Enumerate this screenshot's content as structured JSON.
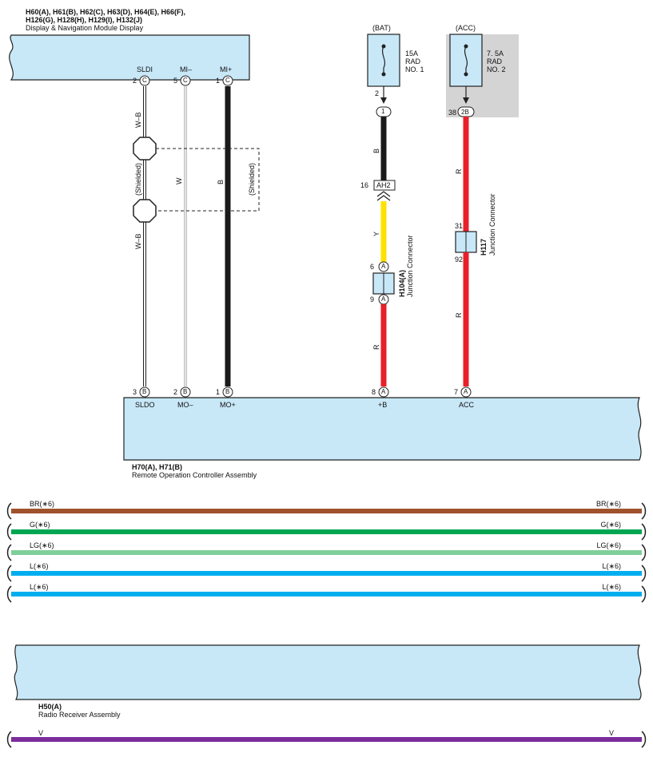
{
  "top_module": {
    "connectors": "H60(A), H61(B), H62(C), H63(D), H64(E), H66(F),",
    "connectors2": "H126(G), H128(H), H129(I), H132(J)",
    "name": "Display & Navigation Module Display",
    "pins": [
      {
        "label": "SLDI",
        "num": "2",
        "conn": "C"
      },
      {
        "label": "MI–",
        "num": "5",
        "conn": "C"
      },
      {
        "label": "MI+",
        "num": "1",
        "conn": "C"
      }
    ]
  },
  "wires": {
    "wb_top": "W–B",
    "wb_bottom": "W–B",
    "w": "W",
    "b": "B",
    "shielded_left": "(Shielded)",
    "shielded_right": "(Shielded)"
  },
  "bat": {
    "source": "(BAT)",
    "fuse_rating": "15A",
    "fuse_name1": "RAD",
    "fuse_name2": "NO. 1",
    "pin_top": "2",
    "conn_1": "1",
    "wire_b": "B",
    "ah2_num": "16",
    "ah2": "AH2",
    "wire_y": "Y",
    "h104_pin_top": "6",
    "h104_pin_bot": "9",
    "h104_conn": "A",
    "h104_label": "H104(A)",
    "h104_name": "Junction Connector",
    "wire_r": "R"
  },
  "acc": {
    "source": "(ACC)",
    "fuse_rating": "7. 5A",
    "fuse_name1": "RAD",
    "fuse_name2": "NO. 2",
    "pin": "38",
    "conn": "2B",
    "wire_r1": "R",
    "h117_pin_top": "31",
    "h117_pin_bot": "92",
    "h117_label": "H117",
    "h117_name": "Junction Connector",
    "wire_r2": "R"
  },
  "controller": {
    "label": "H70(A), H71(B)",
    "name": "Remote Operation Controller Assembly",
    "pins": [
      {
        "label": "SLDO",
        "num": "3",
        "conn": "B"
      },
      {
        "label": "MO–",
        "num": "2",
        "conn": "B"
      },
      {
        "label": "MO+",
        "num": "1",
        "conn": "B"
      },
      {
        "label": "+B",
        "num": "8",
        "conn": "A"
      },
      {
        "label": "ACC",
        "num": "7",
        "conn": "A"
      }
    ]
  },
  "bus": [
    {
      "label": "BR(∗6)",
      "color": "#a0522d"
    },
    {
      "label": "G(∗6)",
      "color": "#00a651"
    },
    {
      "label": "LG(∗6)",
      "color": "#7ecf9a"
    },
    {
      "label": "L(∗6)",
      "color": "#00aeef"
    },
    {
      "label": "L(∗6)",
      "color": "#00aeef"
    }
  ],
  "receiver": {
    "label": "H50(A)",
    "name": "Radio Receiver Assembly"
  },
  "bottom_wire": {
    "label": "V",
    "color": "#7b2d9b"
  },
  "colors": {
    "component_fill": "#c8e8f8",
    "red": "#e8202a",
    "yellow": "#ffe100",
    "black": "#1a1a1a",
    "acc_bg": "#d4d4d4"
  }
}
